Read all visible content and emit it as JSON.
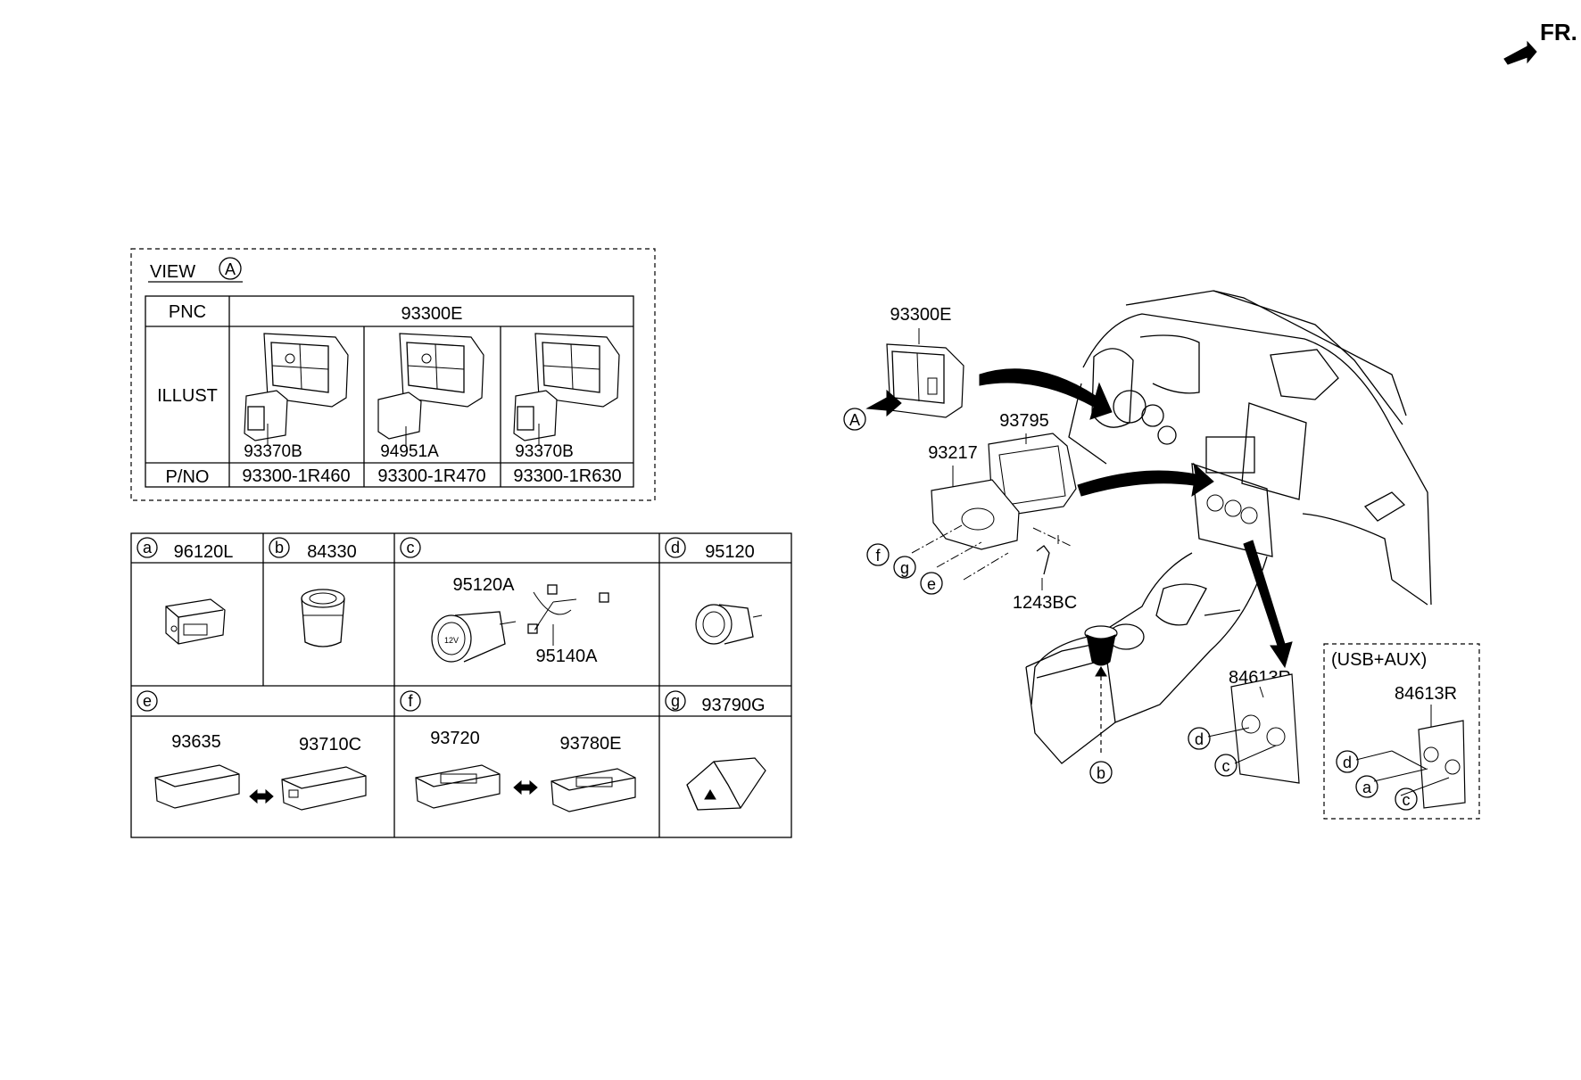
{
  "orientation": {
    "label": "FR.",
    "icon": "front-direction-arrow-icon"
  },
  "view_a": {
    "title": "VIEW",
    "view_letter": "A",
    "row_pnc_header": "PNC",
    "pnc_value": "93300E",
    "row_illust_header": "ILLUST",
    "row_pno_header": "P/NO",
    "columns": [
      {
        "sub_part": "93370B",
        "part_no": "93300-1R460"
      },
      {
        "sub_part": "94951A",
        "part_no": "93300-1R470"
      },
      {
        "sub_part": "93370B",
        "part_no": "93300-1R630"
      }
    ]
  },
  "parts_table": {
    "cells": [
      {
        "letter": "a",
        "part": "96120L"
      },
      {
        "letter": "b",
        "part": "84330"
      },
      {
        "letter": "c",
        "parts": [
          "95120A",
          "95140A"
        ]
      },
      {
        "letter": "d",
        "part": "95120"
      },
      {
        "letter": "e",
        "parts": [
          "93635",
          "93710C"
        ]
      },
      {
        "letter": "f",
        "parts": [
          "93720",
          "93780E"
        ]
      },
      {
        "letter": "g",
        "part": "93790G"
      }
    ]
  },
  "main_view": {
    "callouts": [
      "93300E",
      "93795",
      "93217",
      "1243BC",
      "84613R"
    ],
    "view_marker": "A",
    "letters": [
      "f",
      "g",
      "e",
      "b",
      "d",
      "c"
    ]
  },
  "usb_aux_box": {
    "title": "(USB+AUX)",
    "part": "84613R",
    "letters": [
      "d",
      "a",
      "c"
    ]
  }
}
